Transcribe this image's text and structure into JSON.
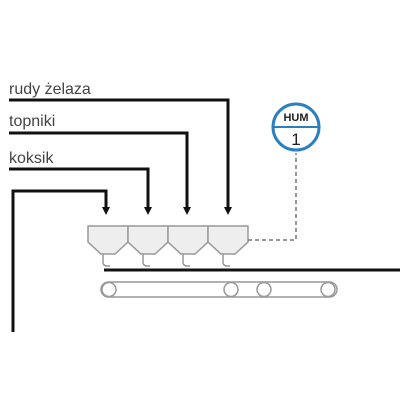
{
  "inputs": [
    {
      "id": "ore",
      "label": "rudy żelaza"
    },
    {
      "id": "flux",
      "label": "topniki"
    },
    {
      "id": "coke",
      "label": "koksik"
    }
  ],
  "instrument": {
    "tag": "HUM",
    "number": "1",
    "color": "#2a7fc0"
  },
  "colors": {
    "line": "#111111",
    "hopper_fill": "#eeeeee",
    "hopper_stroke": "#999999",
    "text": "#444444"
  }
}
